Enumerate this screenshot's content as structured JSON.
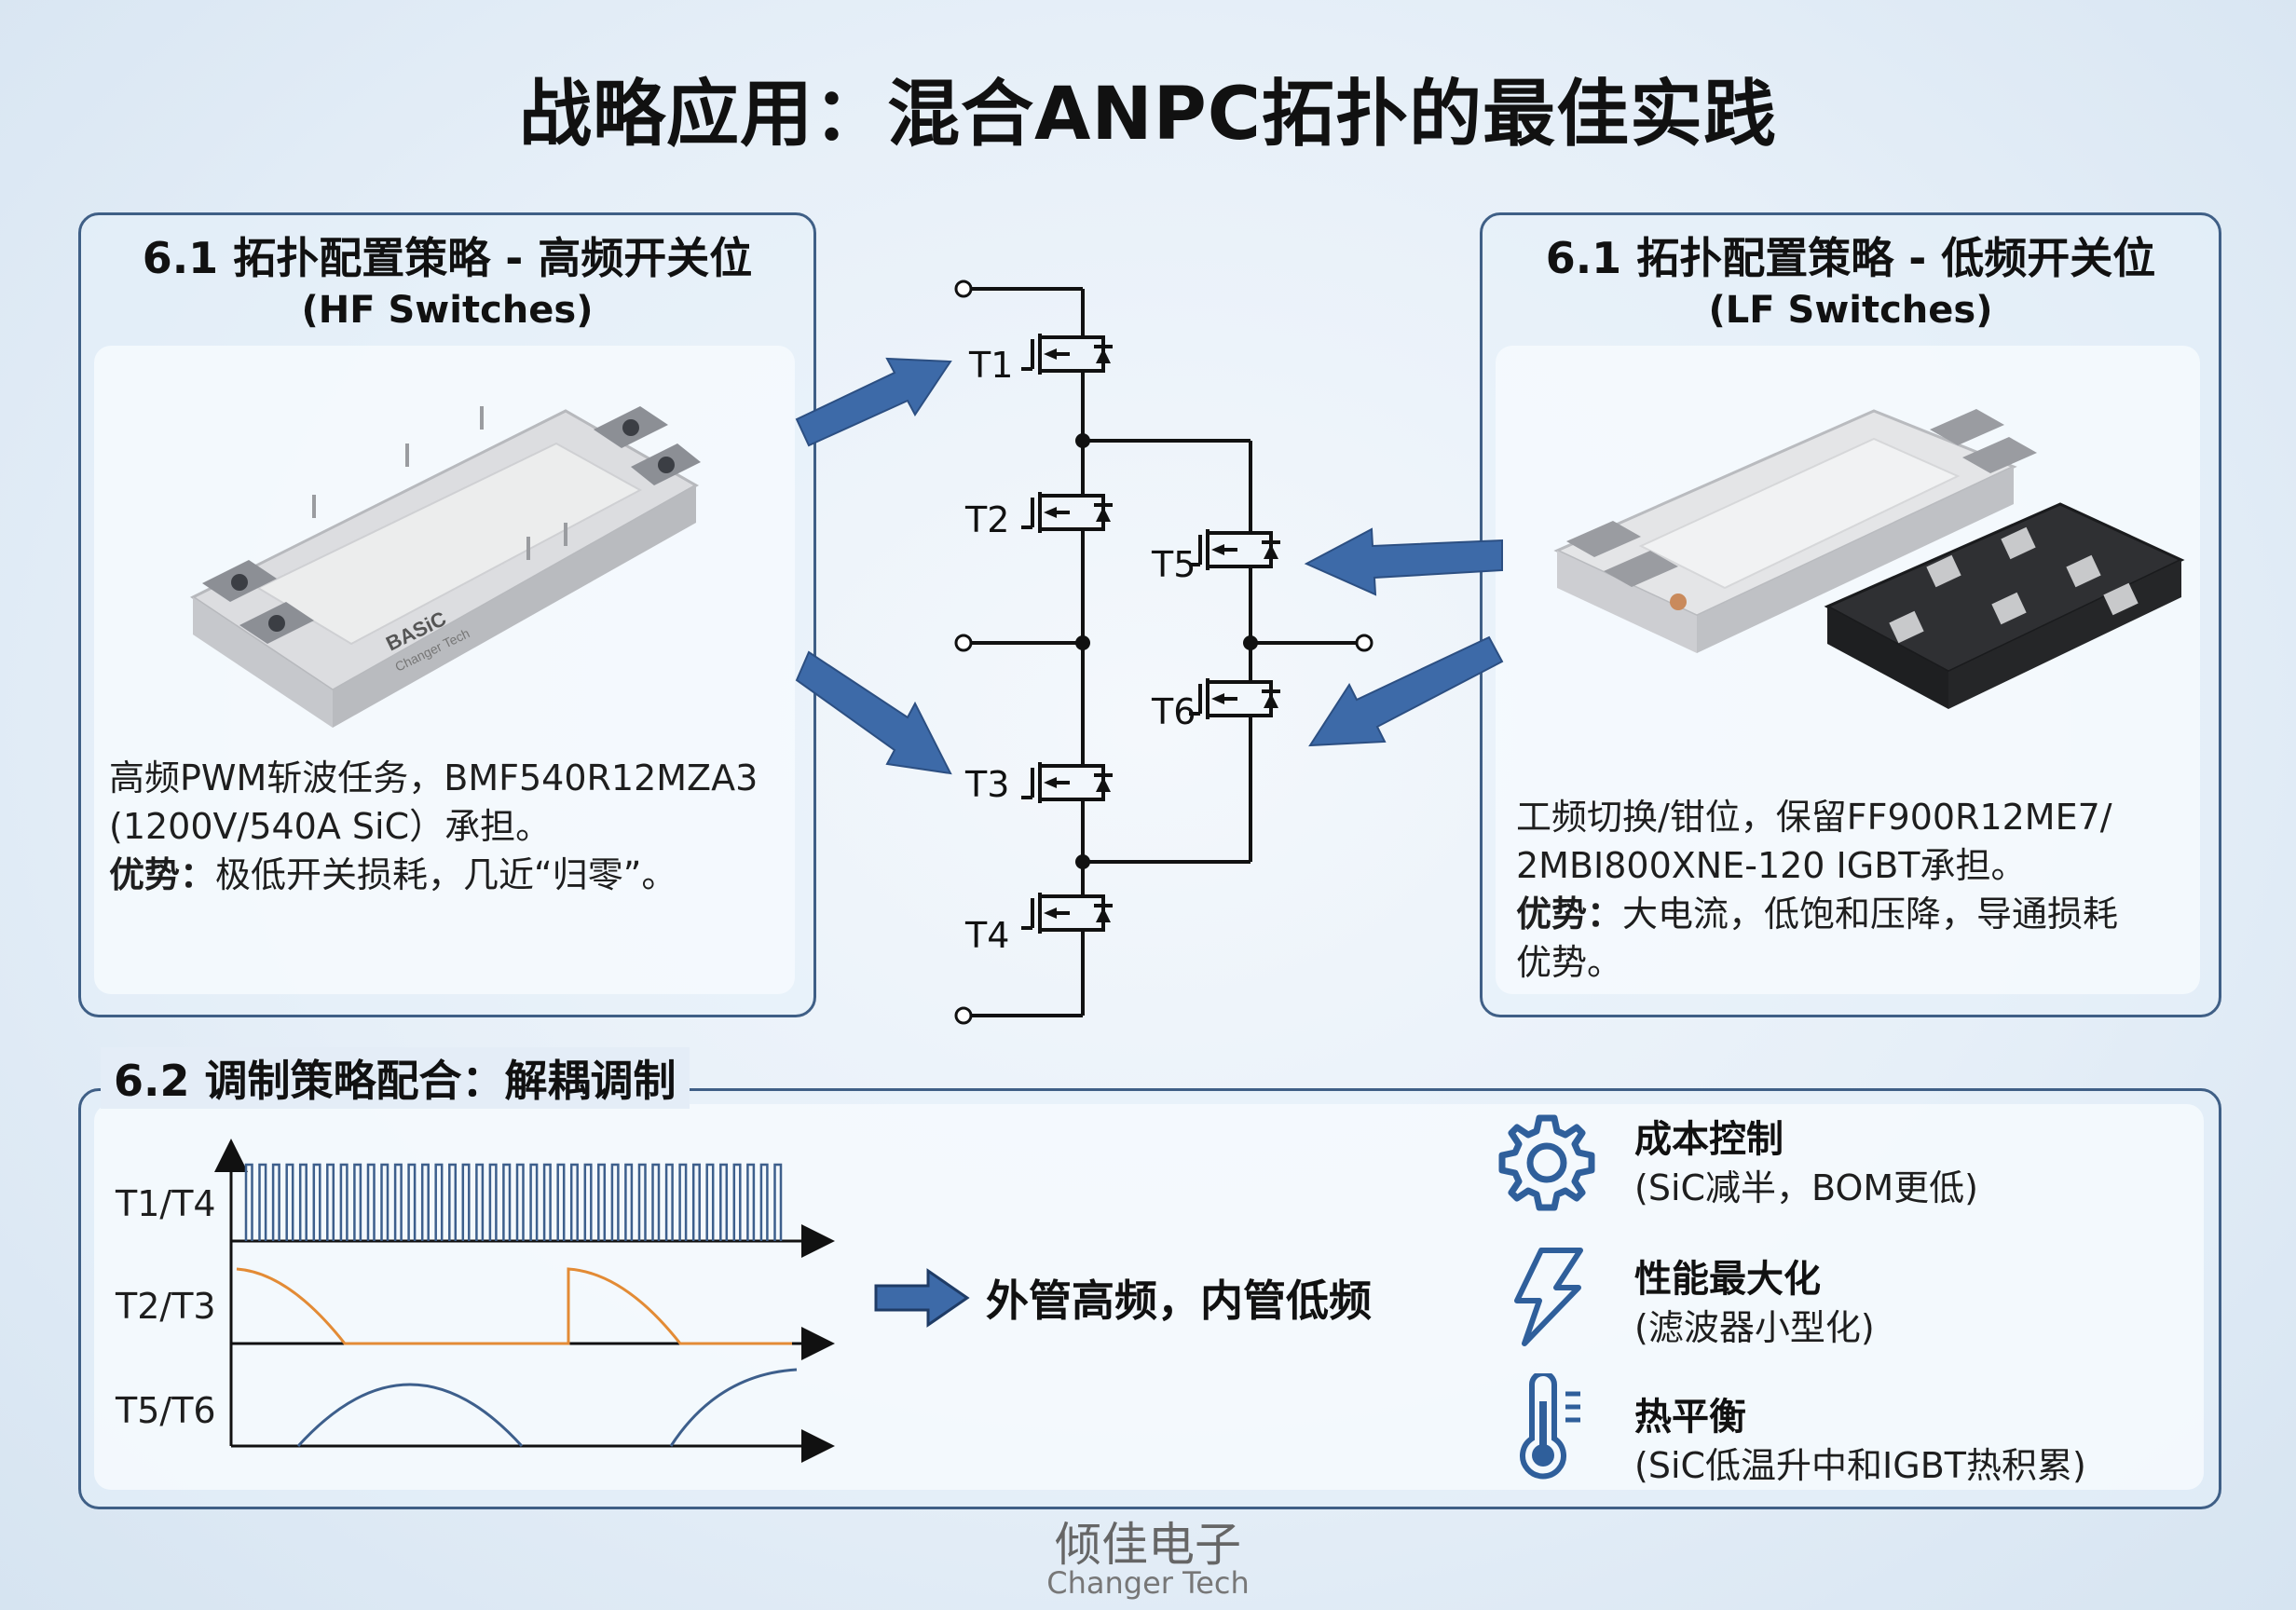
{
  "title": "战略应用：混合ANPC拓扑的最佳实践",
  "hf_panel": {
    "title": "6.1 拓扑配置策略 - 高频开关位",
    "subtitle": "(HF Switches)",
    "line1": "高频PWM斩波任务，BMF540R12MZA3",
    "line2": "(1200V/540A SiC）承担。",
    "advantage_label": "优势：",
    "advantage_text": "极低开关损耗，几近“归零”。",
    "module_brand": "BASiC",
    "module_brand_sub": "Changer Tech"
  },
  "lf_panel": {
    "title": "6.1 拓扑配置策略 - 低频开关位",
    "subtitle": "(LF Switches)",
    "line1": "工频切换/钳位，保留FF900R12ME7/",
    "line2": "2MBI800XNE-120 IGBT承担。",
    "advantage_label": "优势：",
    "advantage_text": "大电流，低饱和压降，导通损耗",
    "advantage_text2": "优势。"
  },
  "circuit": {
    "switches": [
      "T1",
      "T2",
      "T3",
      "T4",
      "T5",
      "T6"
    ]
  },
  "modulation": {
    "title": "6.2 调制策略配合：解耦调制",
    "rows": [
      "T1/T4",
      "T2/T3",
      "T5/T6"
    ],
    "result": "外管高频，内管低频",
    "accent_color": "#e38b35",
    "wave_color": "#3d5f8c"
  },
  "features": [
    {
      "icon": "gear-icon",
      "title": "成本控制",
      "desc": "(SiC减半，BOM更低)"
    },
    {
      "icon": "lightning-icon",
      "title": "性能最大化",
      "desc": "(滤波器小型化)"
    },
    {
      "icon": "thermometer-icon",
      "title": "热平衡",
      "desc": "(SiC低温升中和IGBT热积累)"
    }
  ],
  "footer": {
    "cn": "倾佳电子",
    "en": "Changer Tech"
  },
  "colors": {
    "border": "#3f5f86",
    "arrow": "#3d6aa8"
  }
}
